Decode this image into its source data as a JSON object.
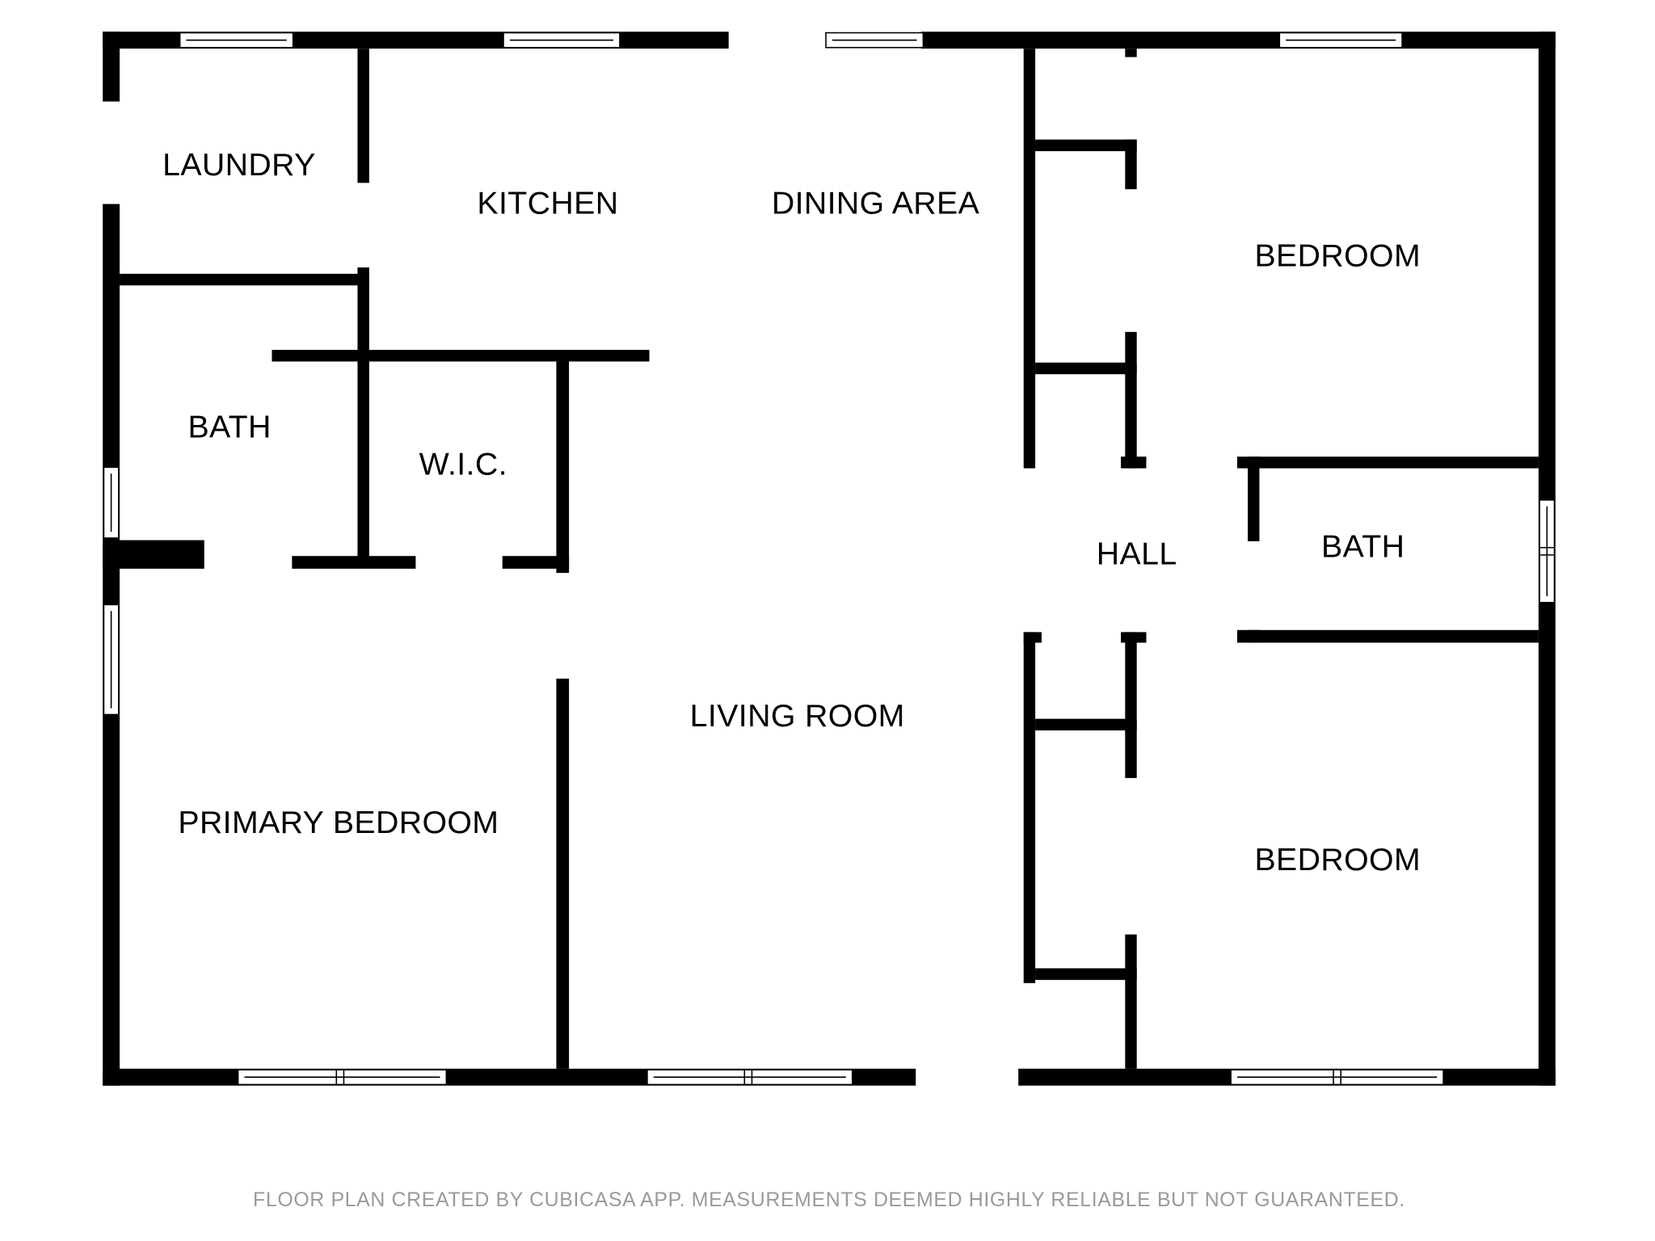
{
  "floor_plan": {
    "rooms": {
      "laundry": "LAUNDRY",
      "kitchen": "KITCHEN",
      "dining_area": "DINING AREA",
      "bedroom_1": "BEDROOM",
      "bath_1": "BATH",
      "wic": "W.I.C.",
      "hall": "HALL",
      "bath_2": "BATH",
      "living_room": "LIVING ROOM",
      "primary_bedroom": "PRIMARY BEDROOM",
      "bedroom_2": "BEDROOM"
    },
    "footer": "FLOOR PLAN CREATED BY CUBICASA APP. MEASUREMENTS DEEMED HIGHLY RELIABLE BUT NOT GUARANTEED."
  }
}
